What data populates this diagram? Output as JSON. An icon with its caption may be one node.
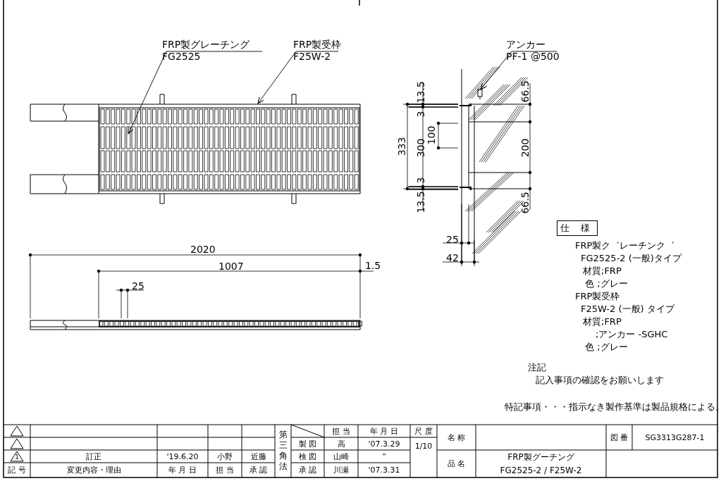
{
  "diagram": {
    "nodes": [
      {
        "text": [
          "FRP製グレーチング",
          "FG2525"
        ]
      },
      {
        "text": [
          "FRP製受枠",
          "F25W-2"
        ]
      },
      {
        "text": [],
        "shape": "box"
      },
      {
        "text": [],
        "shape": "box",
        "in": 2
      },
      {
        "text": [
          "アンカー",
          "PF-1 @500"
        ]
      },
      {
        "text": [],
        "shape": "box"
      },
      {
        "text": [
          "仕 様"
        ]
      }
    ],
    "edges": [
      {
        "from": 0,
        "to": 3,
        "arrow": "to"
      },
      {
        "from": 1,
        "to": 2,
        "arrow": "to"
      },
      {
        "from": 4,
        "to": 5,
        "arrow": "to"
      }
    ],
    "labels": [
      "2020",
      "1007",
      "25",
      "1.5",
      "13.5",
      "3",
      "300",
      "100",
      "333",
      "3",
      "13.5",
      "66.5",
      "200",
      "66.5",
      "25",
      "42",
      "FRP製ク゛レーチンク゛",
      "FG2525-2 (一般)タイプ",
      "材質;FRP",
      "色 ;グレー",
      "FRP製受枠",
      "F25W-2 (一般) タイプ",
      "材質;FRP",
      ";アンカー -SGHC",
      "色 ;グレー",
      "注記",
      "記入事項の確認をお願いします",
      "特記事項・・・指示なき製作基準は製品規格による。",
      "第三角法",
      "担 当",
      "年 月 日",
      "尺 度",
      "名 称",
      "図 番",
      "SG3313G287-1",
      "製 図",
      "高",
      "'07.3.29",
      "1/10",
      "1",
      "訂正",
      "'19.6.20",
      "小野",
      "近藤",
      "検 図",
      "山崎",
      "”",
      "品 名",
      "FRP製グーチング",
      "記 号",
      "変更内容・理由",
      "年 月 日",
      "担 当",
      "承 認",
      "承 認",
      "川瀬",
      "'07.3.31",
      "FG2525-2 / F25W-2"
    ]
  }
}
